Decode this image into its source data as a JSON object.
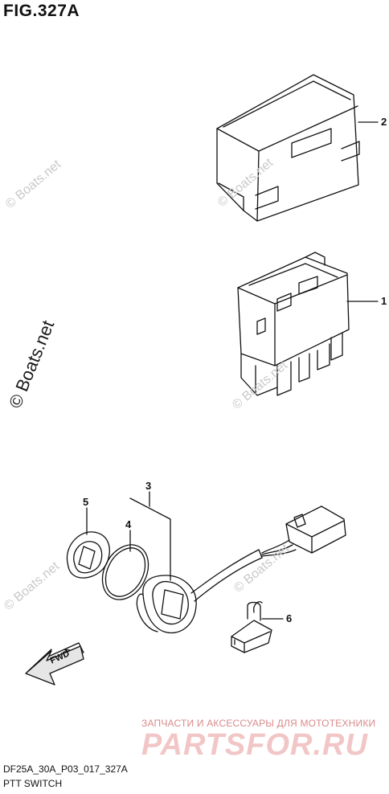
{
  "figure": {
    "title": "FIG.327A",
    "code": "DF25A_30A_P03_017_327A",
    "caption": "PTT SWITCH"
  },
  "callouts": {
    "c1": "1",
    "c2": "2",
    "c3": "3",
    "c4": "4",
    "c5": "5",
    "c6": "6"
  },
  "arrow": {
    "label": "FWD"
  },
  "watermarks": {
    "w1": "© Boats.net",
    "w2": "© Boats.net",
    "w3": "© Boats.net",
    "w4": "© Boats.net",
    "w5": "© Boats.net",
    "w6": "© Boats.net"
  },
  "shop": {
    "subtitle": "ЗАПЧАСТИ И АКСЕССУАРЫ ДЛЯ МОТОТЕХНИКИ",
    "logo": "PARTSFOR.RU"
  }
}
